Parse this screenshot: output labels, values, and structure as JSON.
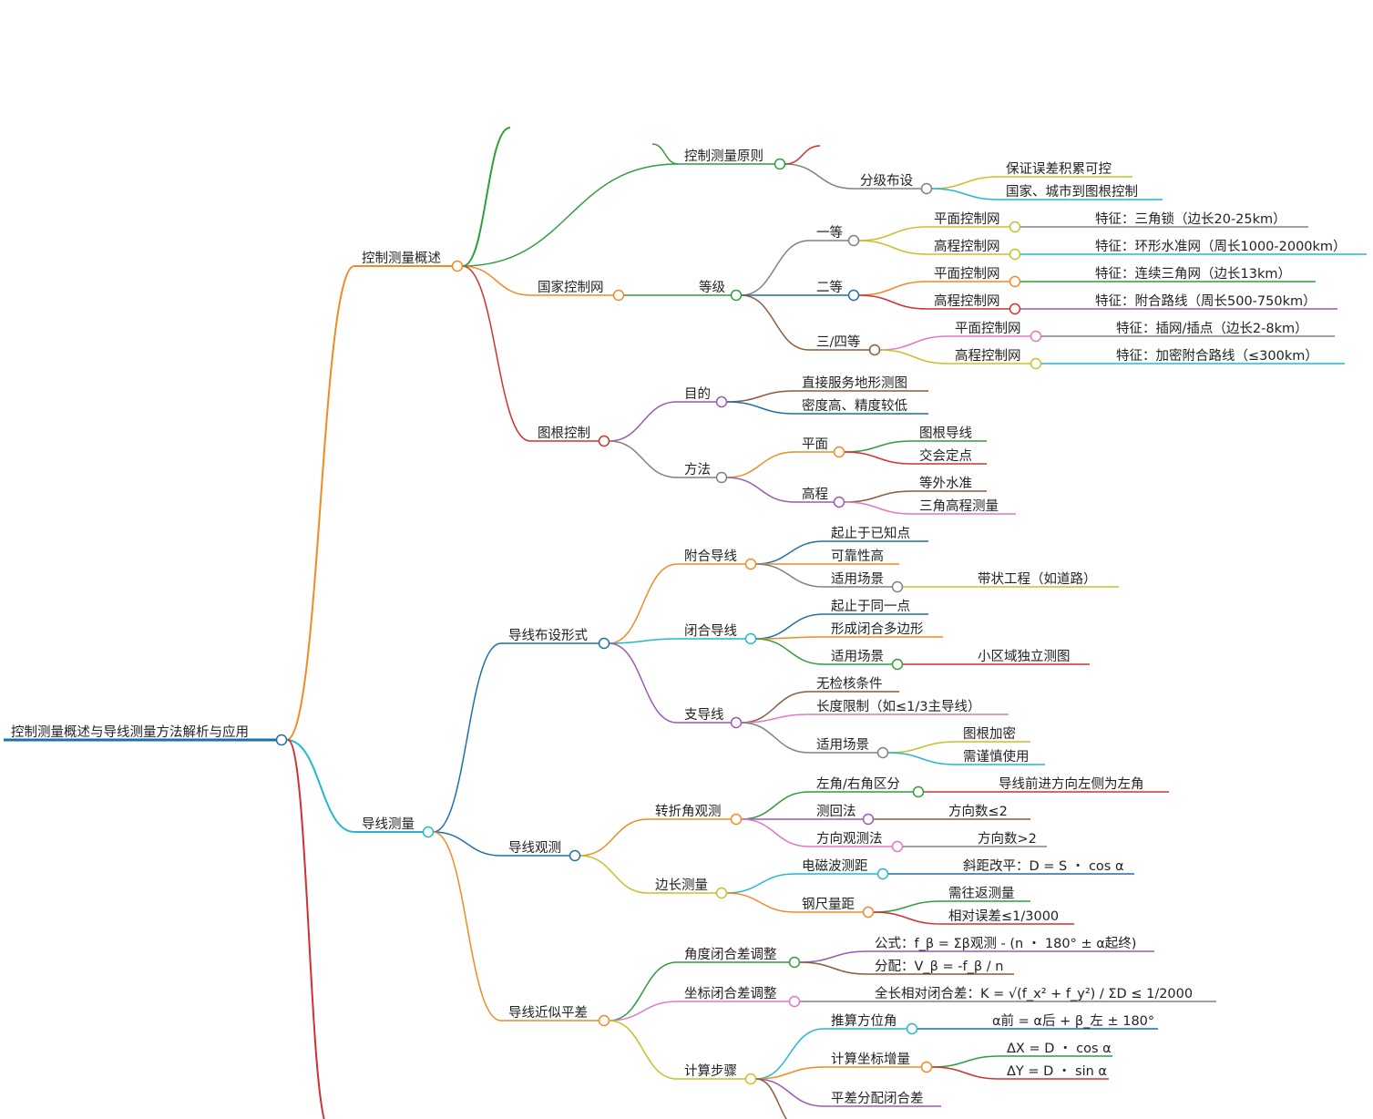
{
  "diagram": {
    "type": "mindmap",
    "root": {
      "text": "控制测量概述与导线测量方法解析与应用",
      "color": "#1f6fa8",
      "children": [
        {
          "text": "控制测量概述",
          "color": "#f08a24",
          "children": [
            {
              "text": "控制测量原则",
              "color": "#2e9e3c",
              "children": [
                {
                  "text": "分级布设",
                  "color": "#808080",
                  "children": [
                    {
                      "text": "保证误差积累可控",
                      "color": "#c8c02a"
                    },
                    {
                      "text": "国家、城市到图根控制",
                      "color": "#22b8cf"
                    }
                  ]
                }
              ]
            },
            {
              "text": "国家控制网",
              "color": "#f08a24",
              "children": [
                {
                  "text": "等级",
                  "color": "#2e9e3c",
                  "children": [
                    {
                      "text": "一等",
                      "color": "#808080",
                      "children": [
                        {
                          "text": "平面控制网",
                          "color": "#c8c02a",
                          "children": [
                            {
                              "text": "特征：三角锁（边长20-25km）",
                              "color": "#808080"
                            }
                          ]
                        },
                        {
                          "text": "高程控制网",
                          "color": "#c8c02a",
                          "children": [
                            {
                              "text": "特征：环形水准网（周长1000-2000km）",
                              "color": "#22b8cf"
                            }
                          ]
                        }
                      ]
                    },
                    {
                      "text": "二等",
                      "color": "#1f6fa8",
                      "children": [
                        {
                          "text": "平面控制网",
                          "color": "#f08a24",
                          "children": [
                            {
                              "text": "特征：连续三角网（边长13km）",
                              "color": "#2e9e3c"
                            }
                          ]
                        },
                        {
                          "text": "高程控制网",
                          "color": "#d03030",
                          "children": [
                            {
                              "text": "特征：附合路线（周长500-750km）",
                              "color": "#9b59b6"
                            }
                          ]
                        }
                      ]
                    },
                    {
                      "text": "三/四等",
                      "color": "#8b5a3c",
                      "children": [
                        {
                          "text": "平面控制网",
                          "color": "#e377c2",
                          "children": [
                            {
                              "text": "特征：插网/插点（边长2-8km）",
                              "color": "#808080"
                            }
                          ]
                        },
                        {
                          "text": "高程控制网",
                          "color": "#c8c02a",
                          "children": [
                            {
                              "text": "特征：加密附合路线（≤300km）",
                              "color": "#22b8cf"
                            }
                          ]
                        }
                      ]
                    }
                  ]
                }
              ]
            },
            {
              "text": "图根控制",
              "color": "#d03030",
              "children": [
                {
                  "text": "目的",
                  "color": "#9b59b6",
                  "children": [
                    {
                      "text": "直接服务地形测图",
                      "color": "#8b5a3c"
                    },
                    {
                      "text": "密度高、精度较低",
                      "color": "#1f6fa8"
                    }
                  ]
                },
                {
                  "text": "方法",
                  "color": "#808080",
                  "children": [
                    {
                      "text": "平面",
                      "color": "#f08a24",
                      "children": [
                        {
                          "text": "图根导线",
                          "color": "#2e9e3c"
                        },
                        {
                          "text": "交会定点",
                          "color": "#d03030"
                        }
                      ]
                    },
                    {
                      "text": "高程",
                      "color": "#9b59b6",
                      "children": [
                        {
                          "text": "等外水准",
                          "color": "#8b5a3c"
                        },
                        {
                          "text": "三角高程测量",
                          "color": "#e377c2"
                        }
                      ]
                    }
                  ]
                }
              ]
            }
          ]
        },
        {
          "text": "导线测量",
          "color": "#22b8cf",
          "children": [
            {
              "text": "导线布设形式",
              "color": "#1f6fa8",
              "children": [
                {
                  "text": "附合导线",
                  "color": "#f08a24",
                  "children": [
                    {
                      "text": "起止于已知点",
                      "color": "#1f6fa8"
                    },
                    {
                      "text": "可靠性高",
                      "color": "#f08a24"
                    },
                    {
                      "text": "适用场景",
                      "color": "#808080",
                      "children": [
                        {
                          "text": "带状工程（如道路）",
                          "color": "#c8c02a"
                        }
                      ]
                    }
                  ]
                },
                {
                  "text": "闭合导线",
                  "color": "#22b8cf",
                  "children": [
                    {
                      "text": "起止于同一点",
                      "color": "#1f6fa8"
                    },
                    {
                      "text": "形成闭合多边形",
                      "color": "#f08a24"
                    },
                    {
                      "text": "适用场景",
                      "color": "#2e9e3c",
                      "children": [
                        {
                          "text": "小区域独立测图",
                          "color": "#d03030"
                        }
                      ]
                    }
                  ]
                },
                {
                  "text": "支导线",
                  "color": "#9b59b6",
                  "children": [
                    {
                      "text": "无检核条件",
                      "color": "#8b5a3c"
                    },
                    {
                      "text": "长度限制（如≤1/3主导线）",
                      "color": "#e377c2"
                    },
                    {
                      "text": "适用场景",
                      "color": "#808080",
                      "children": [
                        {
                          "text": "图根加密",
                          "color": "#c8c02a"
                        },
                        {
                          "text": "需谨慎使用",
                          "color": "#22b8cf"
                        }
                      ]
                    }
                  ]
                }
              ]
            },
            {
              "text": "导线观测",
              "color": "#1f6fa8",
              "children": [
                {
                  "text": "转折角观测",
                  "color": "#f08a24",
                  "children": [
                    {
                      "text": "左角/右角区分",
                      "color": "#2e9e3c",
                      "children": [
                        {
                          "text": "导线前进方向左侧为左角",
                          "color": "#d03030"
                        }
                      ]
                    },
                    {
                      "text": "测回法",
                      "color": "#9b59b6",
                      "children": [
                        {
                          "text": "方向数≤2",
                          "color": "#8b5a3c"
                        }
                      ]
                    },
                    {
                      "text": "方向观测法",
                      "color": "#e377c2",
                      "children": [
                        {
                          "text": "方向数>2",
                          "color": "#808080"
                        }
                      ]
                    }
                  ]
                },
                {
                  "text": "边长测量",
                  "color": "#c8c02a",
                  "children": [
                    {
                      "text": "电磁波测距",
                      "color": "#22b8cf",
                      "children": [
                        {
                          "text": "斜距改平：D = S ・ cos α",
                          "color": "#1f6fa8"
                        }
                      ]
                    },
                    {
                      "text": "钢尺量距",
                      "color": "#f08a24",
                      "children": [
                        {
                          "text": "需往返测量",
                          "color": "#2e9e3c"
                        },
                        {
                          "text": "相对误差≤1/3000",
                          "color": "#d03030"
                        }
                      ]
                    }
                  ]
                }
              ]
            },
            {
              "text": "导线近似平差",
              "color": "#f08a24",
              "children": [
                {
                  "text": "角度闭合差调整",
                  "color": "#2e9e3c",
                  "children": [
                    {
                      "text": "公式：f_β = Σβ观测 - (n ・ 180° ± α起终)",
                      "color": "#9b59b6"
                    },
                    {
                      "text": "分配：V_β = -f_β / n",
                      "color": "#8b5a3c"
                    }
                  ]
                },
                {
                  "text": "坐标闭合差调整",
                  "color": "#e377c2",
                  "children": [
                    {
                      "text": "全长相对闭合差：K = √(f_x² + f_y²) / ΣD ≤ 1/2000",
                      "color": "#808080"
                    }
                  ]
                },
                {
                  "text": "计算步骤",
                  "color": "#c8c02a",
                  "children": [
                    {
                      "text": "推算方位角",
                      "color": "#22b8cf",
                      "children": [
                        {
                          "text": "α前 = α后 + β_左 ± 180°",
                          "color": "#1f6fa8"
                        }
                      ]
                    },
                    {
                      "text": "计算坐标增量",
                      "color": "#f08a24",
                      "children": [
                        {
                          "text": "ΔX = D ・ cos α",
                          "color": "#2e9e3c"
                        },
                        {
                          "text": "ΔY = D ・ sin α",
                          "color": "#d03030"
                        }
                      ]
                    },
                    {
                      "text": "平差分配闭合差",
                      "color": "#9b59b6"
                    }
                  ]
                }
              ]
            }
          ]
        }
      ]
    }
  }
}
